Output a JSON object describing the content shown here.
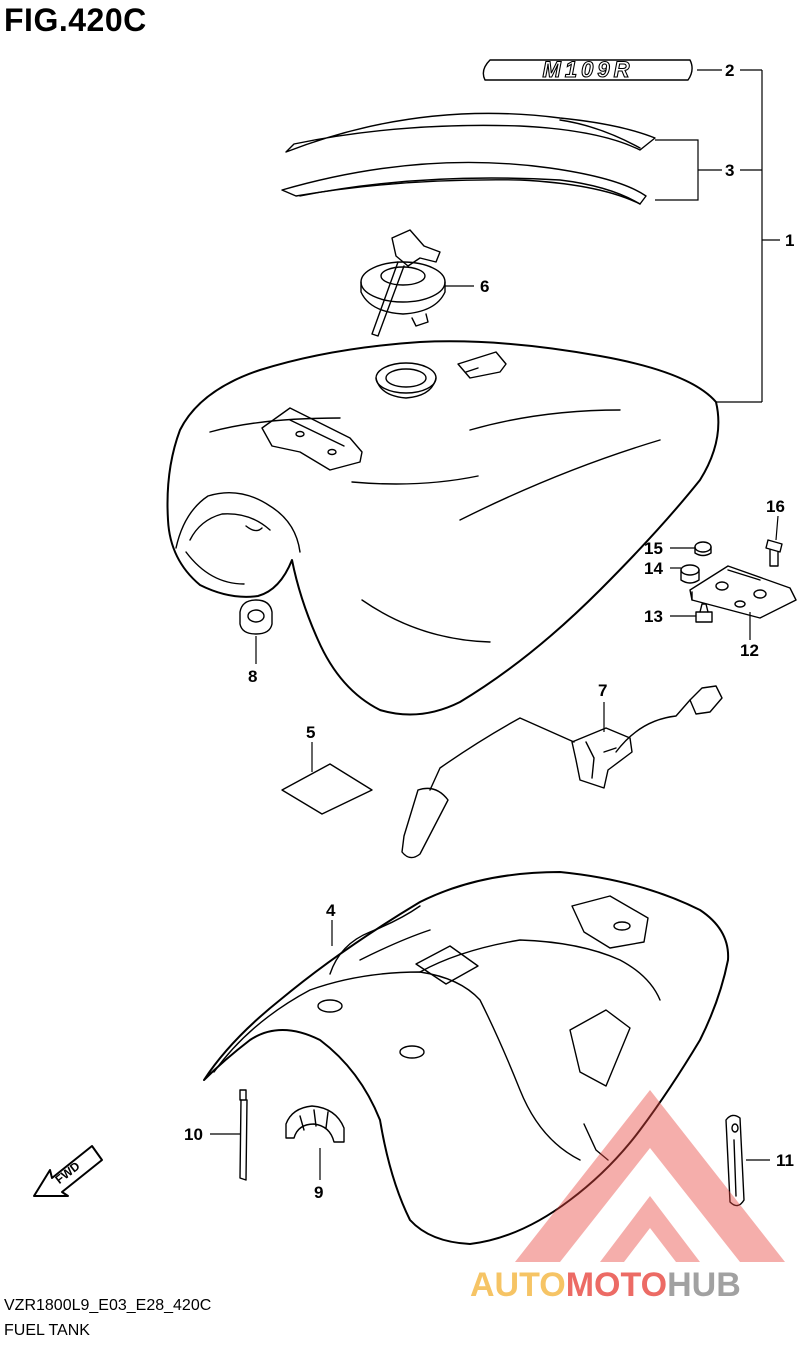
{
  "figure": {
    "title": "FIG.420C",
    "model_code": "VZR1800L9_E03_E28_420C",
    "section_name": "FUEL TANK"
  },
  "emblem_text": "M109R",
  "fwd_label": "FWD",
  "callouts": {
    "p1": "1",
    "p2": "2",
    "p3": "3",
    "p4": "4",
    "p5": "5",
    "p6": "6",
    "p7": "7",
    "p8": "8",
    "p9": "9",
    "p10": "10",
    "p11": "11",
    "p12": "12",
    "p13": "13",
    "p14": "14",
    "p15": "15",
    "p16": "16"
  },
  "watermark": {
    "part1": "AUTO",
    "part2": "MOTO",
    "part3": "HUB",
    "colors": {
      "triangle": "#e8473f",
      "auto": "#f4b63f",
      "moto": "#e8473f",
      "hub": "#8a8a8a"
    }
  }
}
